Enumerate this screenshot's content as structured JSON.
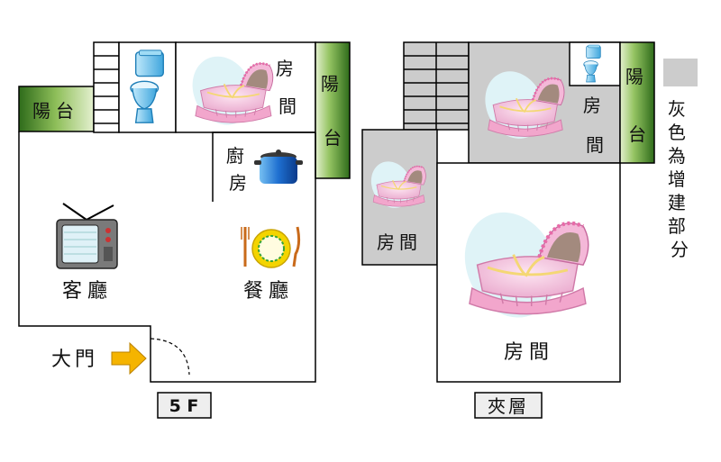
{
  "floors": {
    "fifth": {
      "caption": "5 F",
      "rooms": {
        "balcony_left": "陽台",
        "balcony_right": "陽台",
        "bedroom": "房間",
        "kitchen": "廚房",
        "living_room": "客廳",
        "dining_room": "餐廳",
        "main_door": "大門"
      }
    },
    "mezzanine": {
      "caption": "夾層",
      "rooms": {
        "bedroom_upper": "房間",
        "bedroom_left": "房間",
        "bedroom_large": "房間",
        "balcony": "陽台"
      }
    }
  },
  "legend": {
    "text": "灰色為增建部分",
    "swatch_color": "#cccccc"
  },
  "colors": {
    "balcony_green": "#4f8a2f",
    "added_gray": "#cccccc",
    "wall": "#000000",
    "arrow": "#f5b400"
  },
  "icons": [
    "toilet-icon",
    "crib-icon",
    "pot-icon",
    "tv-icon",
    "plate-icon",
    "door-arrow-icon"
  ]
}
